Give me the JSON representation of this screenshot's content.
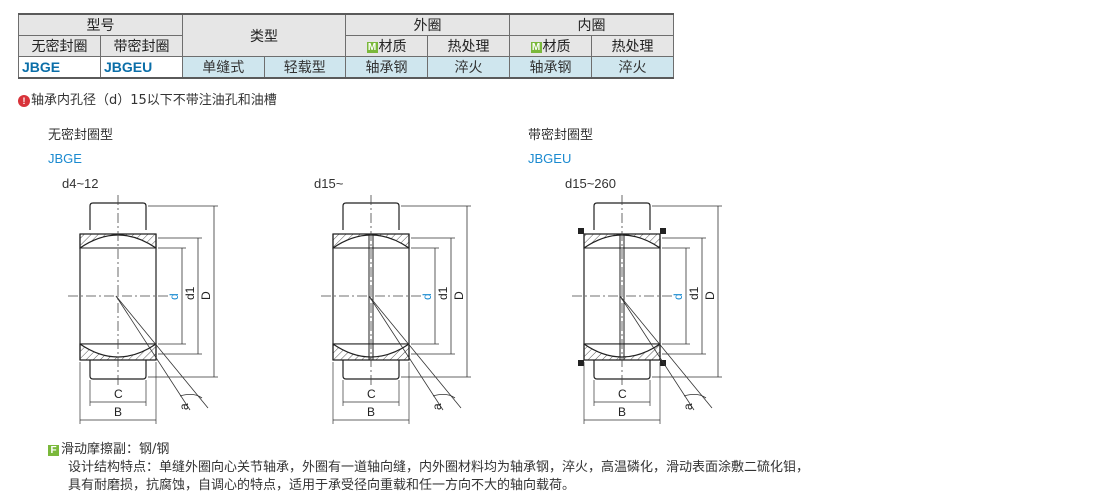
{
  "table": {
    "header_model": "型号",
    "header_type": "类型",
    "header_outer": "外圈",
    "header_inner": "内圈",
    "col_no_seal": "无密封圈",
    "col_with_seal": "带密封圈",
    "col_material": "材质",
    "col_heat": "热处理",
    "material_badge": "M",
    "row": {
      "no_seal_code": "JBGE",
      "with_seal_code": "JBGEU",
      "type_a": "单缝式",
      "type_b": "轻载型",
      "outer_material": "轴承钢",
      "outer_heat": "淬火",
      "inner_material": "轴承钢",
      "inner_heat": "淬火"
    }
  },
  "note": {
    "icon": "warning-icon",
    "text": "轴承内孔径（d）15以下不带注油孔和油槽"
  },
  "drawings": {
    "left_heading": "无密封圈型",
    "left_model": "JBGE",
    "right_heading": "带密封圈型",
    "right_model": "JBGEU",
    "fig1_range": "d4~12",
    "fig2_range": "d15~",
    "fig3_range": "d15~260",
    "label_d": "d",
    "label_d1": "d1",
    "label_D": "D",
    "label_C": "C",
    "label_B": "B",
    "label_a": "a"
  },
  "footer": {
    "badge": "F",
    "friction": "滑动摩擦副：钢/钢",
    "line1": "设计结构特点：单缝外圈向心关节轴承，外圈有一道轴向缝，内外圈材料均为轴承钢，淬火，高温磷化，滑动表面涂敷二硫化钼，",
    "line2": "具有耐磨损，抗腐蚀，自调心的特点，适用于承受径向重载和任一方向不大的轴向载荷。"
  }
}
